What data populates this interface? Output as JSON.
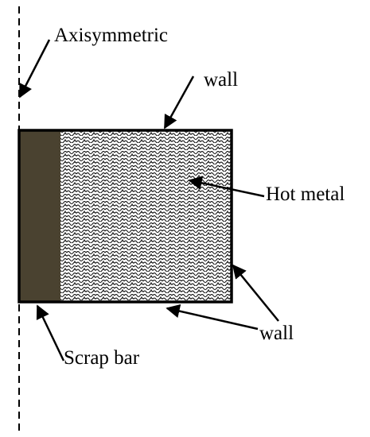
{
  "labels": {
    "axisymmetric": "Axisymmetric",
    "wall_top": "wall",
    "hot_metal": "Hot metal",
    "wall_bottom": "wall",
    "scrap_bar": "Scrap bar"
  },
  "colors": {
    "scrap_bar_fill": "#4a4230",
    "outline": "#000000",
    "hot_metal_pattern": "#000000",
    "background": "#ffffff"
  }
}
